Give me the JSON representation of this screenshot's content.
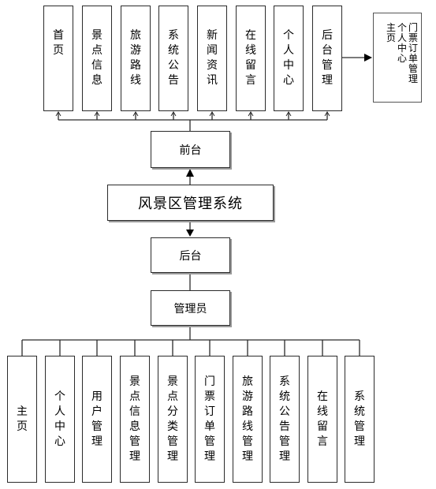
{
  "title": "风景区管理系统",
  "front": {
    "label": "前台",
    "modules": [
      "首页",
      "景点信息",
      "旅游路线",
      "系统公告",
      "新闻资讯",
      "在线留言",
      "个人中心",
      "后台管理"
    ],
    "personal_submodules": [
      "门票订单管理",
      "个人中心",
      "主页"
    ]
  },
  "back": {
    "label": "后台",
    "role": "管理员",
    "modules": [
      "主页",
      "个人中心",
      "用户管理",
      "景点信息管理",
      "景点分类管理",
      "门票订单管理",
      "旅游路线管理",
      "系统公告管理",
      "在线留言",
      "系统管理"
    ]
  },
  "colors": {
    "line": "#2b2b2b",
    "arrow": "#000000"
  }
}
